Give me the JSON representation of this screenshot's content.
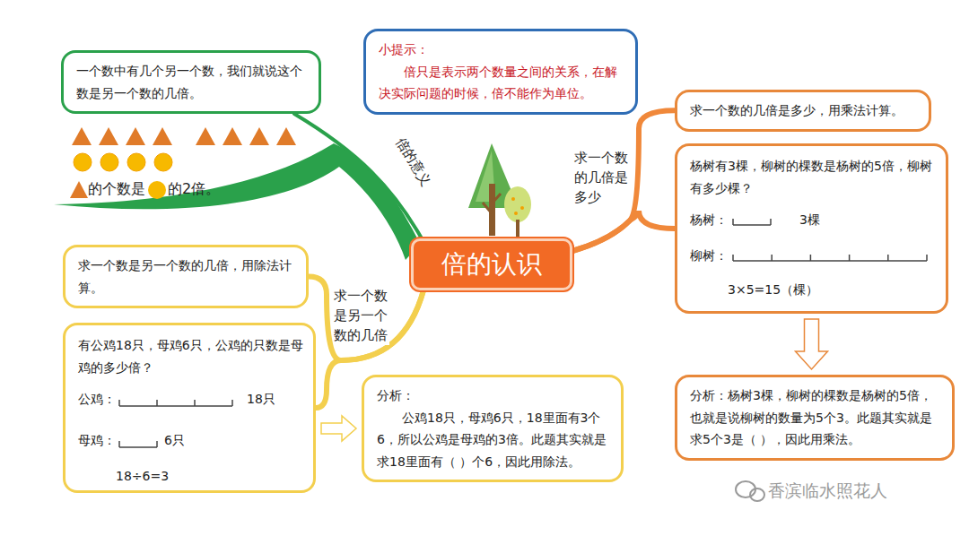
{
  "diagram": {
    "title": "倍的认识",
    "nodes": [
      {
        "text": [
          "倍的认识"
        ]
      },
      {
        "text": [
          "一个数中有几个另一个数，我们就说这个数是另一个数的几倍。"
        ]
      },
      {
        "text": [
          "小提示：",
          "倍只是表示两个数量之间的关系，在解决实际问题的时候，倍不能作为单位。"
        ]
      },
      {
        "text": [
          "求一个数的几倍是多少，用乘法计算。"
        ]
      },
      {
        "text": [
          "杨树有3棵，柳树的棵数是杨树的5倍，柳树有多少棵？",
          "杨树：",
          "3棵",
          "柳树：",
          "3×5=15（棵）"
        ]
      },
      {
        "text": [
          "分析：杨树3棵，柳树的棵数是杨树的5倍，也就是说柳树的数量为5个3。此题其实就是求5个3是（ ），因此用乘法。"
        ]
      },
      {
        "text": [
          "求一个数是另一个数的几倍，用除法计算。"
        ]
      },
      {
        "text": [
          "有公鸡18只，母鸡6只，公鸡的只数是母鸡的多少倍？",
          "公鸡：",
          "18只",
          "母鸡：",
          "6只",
          "18÷6=3"
        ]
      },
      {
        "text": [
          "分析：",
          "公鸡18只，母鸡6只，18里面有3个6，所以公鸡是母鸡的3倍。此题其实就是求18里面有（ ）个6，因此用除法。"
        ]
      }
    ],
    "edges": [
      {
        "from": 0,
        "to": 1,
        "arrow": "none",
        "label": "倍的意义"
      },
      {
        "from": 0,
        "to": 3,
        "arrow": "none",
        "label": "求一个数的几倍是多少"
      },
      {
        "from": 0,
        "to": 4,
        "arrow": "none"
      },
      {
        "from": 0,
        "to": 6,
        "arrow": "none",
        "label": "求一个数是另一个数的几倍"
      },
      {
        "from": 0,
        "to": 7,
        "arrow": "none"
      },
      {
        "from": 4,
        "to": 5,
        "arrow": "to"
      },
      {
        "from": 7,
        "to": 8,
        "arrow": "to"
      }
    ],
    "labels": [
      "的个数是",
      "的2倍。",
      "香滨临水照花人"
    ]
  }
}
